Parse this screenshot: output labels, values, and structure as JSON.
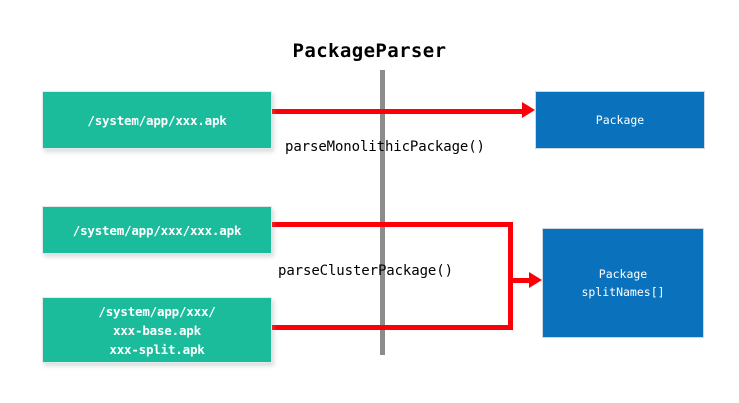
{
  "diagram": {
    "title": "PackageParser",
    "lane_label": "PackageParser",
    "colors": {
      "source_box": "#1abc9c",
      "target_box": "#0a72bd",
      "connector": "#fb0007",
      "lane_line": "#8c8c8c",
      "background": "#ffffff",
      "text_on_box": "#ffffff",
      "label_text": "#000000"
    },
    "sources": [
      {
        "id": "monolithic-apk",
        "lines": [
          "/system/app/xxx.apk"
        ]
      },
      {
        "id": "cluster-single-apk",
        "lines": [
          "/system/app/xxx/xxx.apk"
        ]
      },
      {
        "id": "cluster-split-apk",
        "lines": [
          "/system/app/xxx/",
          "xxx-base.apk",
          "xxx-split.apk"
        ]
      }
    ],
    "targets": [
      {
        "id": "package",
        "lines": [
          "Package"
        ]
      },
      {
        "id": "package-splitnames",
        "lines": [
          "Package",
          "splitNames[]"
        ]
      }
    ],
    "edges": [
      {
        "id": "monolithic",
        "label": "parseMonolithicPackage()",
        "from": "monolithic-apk",
        "to": "package"
      },
      {
        "id": "cluster",
        "label": "parseClusterPackage()",
        "from": [
          "cluster-single-apk",
          "cluster-split-apk"
        ],
        "to": "package-splitnames"
      }
    ]
  }
}
